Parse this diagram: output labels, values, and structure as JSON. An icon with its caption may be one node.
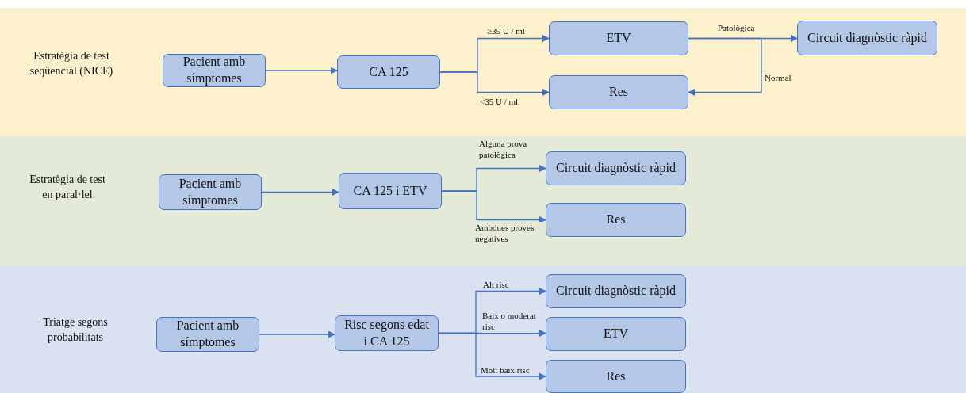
{
  "diagram": {
    "nodes": [
      {
        "text": [
          "Estratègia de test seqüencial (NICE)"
        ]
      },
      {
        "text": [
          "Pacient amb símptomes"
        ],
        "in": 0
      },
      {
        "text": [
          "CA 125"
        ],
        "in": 0
      },
      {
        "text": [
          "ETV"
        ],
        "in": 0
      },
      {
        "text": [
          "Res"
        ],
        "in": 0
      },
      {
        "text": [
          "Circuit diagnòstic ràpid"
        ],
        "in": 0
      },
      {
        "text": [
          "Estratègia de test en paral·lel"
        ]
      },
      {
        "text": [
          "Pacient amb símptomes"
        ],
        "in": 6
      },
      {
        "text": [
          "CA 125 i ETV"
        ],
        "in": 6
      },
      {
        "text": [
          "Circuit diagnòstic ràpid"
        ],
        "in": 6
      },
      {
        "text": [
          "Res"
        ],
        "in": 6
      },
      {
        "text": [
          "Triatge segons probabilitats"
        ]
      },
      {
        "text": [
          "Pacient amb símptomes"
        ],
        "in": 11
      },
      {
        "text": [
          "Risc segons edat i CA 125"
        ],
        "in": 11
      },
      {
        "text": [
          "Circuit diagnòstic ràpid"
        ],
        "in": 11
      },
      {
        "text": [
          "ETV"
        ],
        "in": 11
      },
      {
        "text": [
          "Res"
        ],
        "in": 11
      }
    ],
    "edges": [
      {
        "from": 1,
        "to": 2,
        "arrow": "to"
      },
      {
        "from": 2,
        "to": 3,
        "arrow": "to",
        "label": "≥35 U / ml"
      },
      {
        "from": 2,
        "to": 4,
        "arrow": "to",
        "label": "<35 U / ml"
      },
      {
        "from": 3,
        "to": 5,
        "arrow": "to",
        "label": "Patològica"
      },
      {
        "from": 3,
        "to": 4,
        "arrow": "to",
        "label": "Normal"
      },
      {
        "from": 7,
        "to": 8,
        "arrow": "to"
      },
      {
        "from": 8,
        "to": 9,
        "arrow": "to",
        "label": "Alguna prova patològica"
      },
      {
        "from": 8,
        "to": 10,
        "arrow": "to",
        "label": "Ambdues proves negatives"
      },
      {
        "from": 12,
        "to": 13,
        "arrow": "to"
      },
      {
        "from": 13,
        "to": 14,
        "arrow": "to",
        "label": "Alt risc"
      },
      {
        "from": 13,
        "to": 15,
        "arrow": "to",
        "label": "Baix o moderat risc"
      },
      {
        "from": 13,
        "to": 16,
        "arrow": "to",
        "label": "Molt baix risc"
      }
    ]
  }
}
